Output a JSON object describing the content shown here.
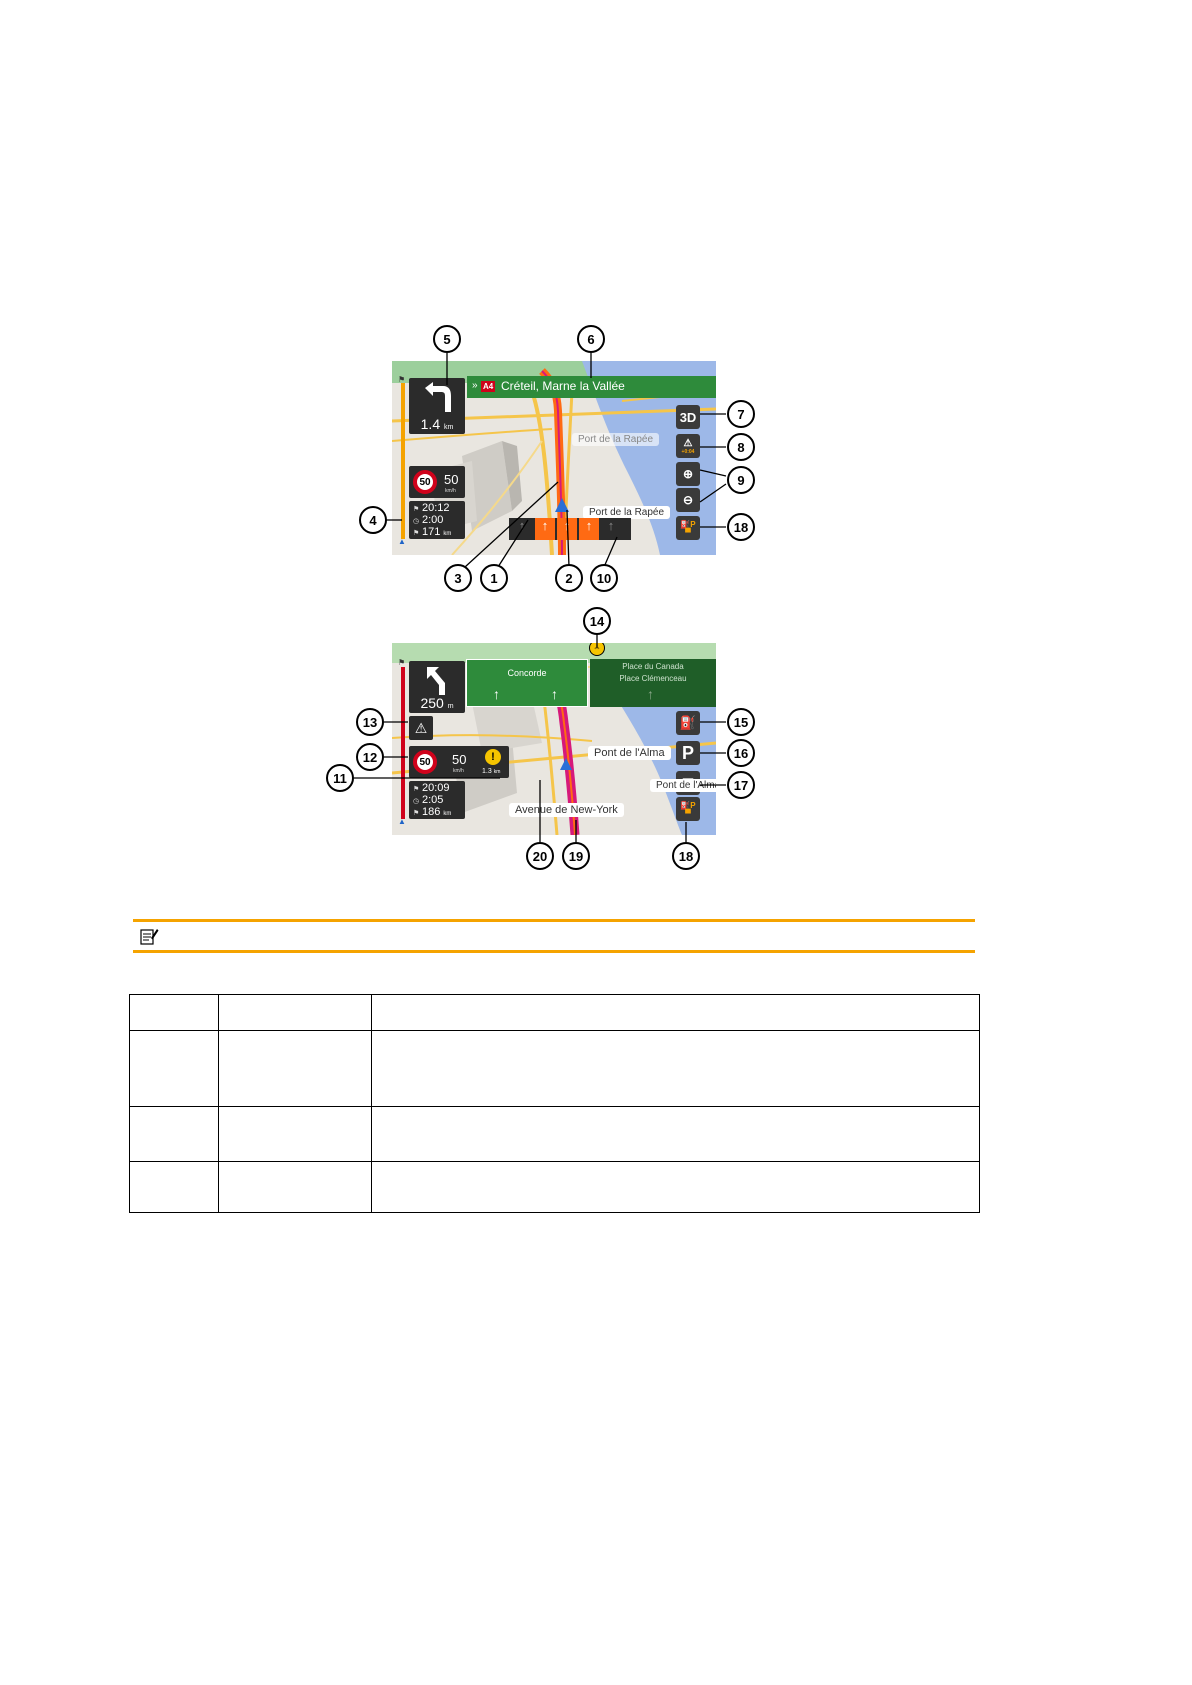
{
  "map1": {
    "maneuver_distance": "1.4",
    "maneuver_unit": "km",
    "signpost_road": "A4",
    "signpost_text": "Créteil, Marne la Vallée",
    "speed_limit": "50",
    "current_speed": "50",
    "speed_unit": "km/h",
    "trip_arrival": "20:12",
    "trip_remaining_time": "2:00",
    "trip_remaining_distance": "171",
    "trip_distance_unit": "km",
    "btn_view_mode": "3D",
    "traffic_delay": "+0:04",
    "street_faded": "Port de la Rapée",
    "street_current": "Port de la Rapée",
    "callouts": [
      "5",
      "6",
      "7",
      "8",
      "9",
      "4",
      "18",
      "3",
      "1",
      "2",
      "10"
    ]
  },
  "map2": {
    "maneuver_distance": "250",
    "maneuver_unit": "m",
    "sign_left": "Concorde",
    "sign_right_line1": "Place du Canada",
    "sign_right_line2": "Place Clémenceau",
    "speed_limit": "50",
    "current_speed": "50",
    "speed_unit": "km/h",
    "warning_distance": "1.3",
    "warning_unit": "km",
    "trip_arrival": "20:09",
    "trip_remaining_time": "2:05",
    "trip_remaining_distance": "186",
    "trip_distance_unit": "km",
    "street_poi": "Pont de l'Alma",
    "street_partial": "Pont de l'Alma",
    "street_current": "Avenue de New-York",
    "callouts": [
      "14",
      "13",
      "15",
      "12",
      "16",
      "11",
      "17",
      "20",
      "19",
      "18"
    ]
  },
  "colors": {
    "accent_orange": "#f5a300",
    "route_orange": "#ff6a13",
    "route_magenta": "#d6197a",
    "sign_green": "#2e8b3b",
    "panel_dark": "#2b2b2b",
    "water_blue": "#9db8e8"
  },
  "icons": [
    "turn-left-arrow-icon",
    "speed-limit-sign-icon",
    "flag-icon",
    "clock-icon",
    "distance-icon",
    "zoom-in-icon",
    "zoom-out-icon",
    "traffic-icon",
    "parking-icon",
    "checkered-flag-icon",
    "motorway-services-icon",
    "warning-icon",
    "road-warning-icon",
    "car-position-icon",
    "note-icon"
  ]
}
